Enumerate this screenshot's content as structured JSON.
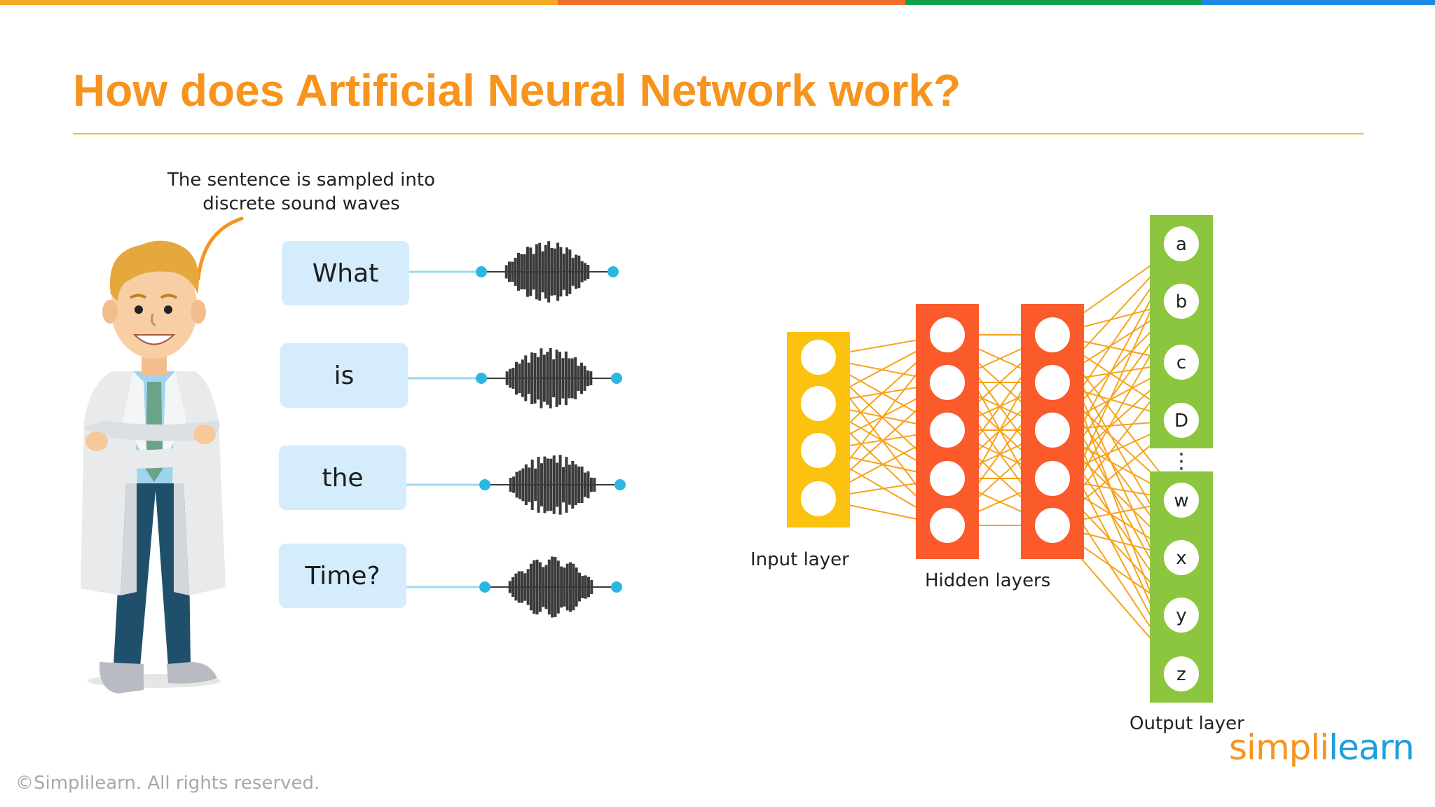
{
  "title": "How does Artificial Neural Network work?",
  "caption": "The sentence is sampled into discrete sound waves",
  "words": [
    "What",
    "is",
    "the",
    "Time?"
  ],
  "labels": {
    "input": "Input layer",
    "hidden": "Hidden layers",
    "output": "Output layer"
  },
  "output_nodes": [
    "a",
    "b",
    "c",
    "D",
    "w",
    "x",
    "y",
    "z"
  ],
  "ellipsis": "⋮",
  "copyright": "©Simplilearn. All rights reserved.",
  "logo": {
    "part1": "simpl",
    "part2": "i",
    "part3": "learn"
  },
  "colors": {
    "title": "#f7941d",
    "input_layer": "#fbc310",
    "hidden_layer": "#fb5a2a",
    "output_layer": "#8cc63f",
    "connection": "#f7a21b",
    "word_box": "#d4ecfb",
    "wave": "#3a3a3a",
    "wave_dot": "#2bb7e0",
    "topbar": [
      "#f7a825",
      "#f26f2c",
      "#11a14a",
      "#1e88e5"
    ]
  }
}
